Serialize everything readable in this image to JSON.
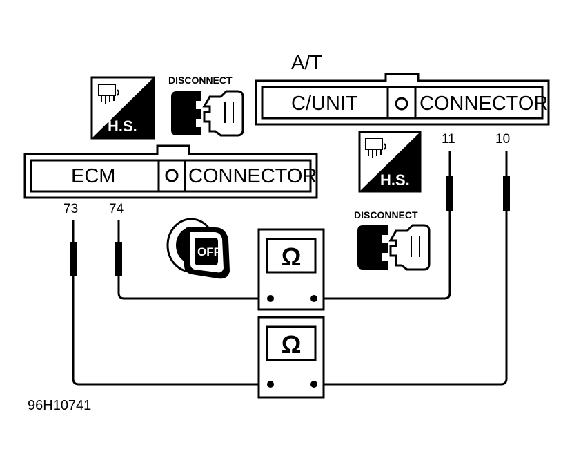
{
  "title": "A/T",
  "at_connector": {
    "left_label": "C/UNIT",
    "right_label": "CONNECTOR"
  },
  "ecm_connector": {
    "left_label": "ECM",
    "right_label": "CONNECTOR"
  },
  "pins": {
    "ecm_a": "73",
    "ecm_b": "74",
    "at_a": "11",
    "at_b": "10"
  },
  "disconnect_label": "DISCONNECT",
  "harness_side_label": "H.S.",
  "ignition_label": "OFF",
  "meter_symbol": "Ω",
  "figure_code": "96H10741",
  "icons": [
    "harness-side-icon",
    "disconnect-connector-icon",
    "ignition-key-off-icon",
    "ohmmeter-icon"
  ]
}
